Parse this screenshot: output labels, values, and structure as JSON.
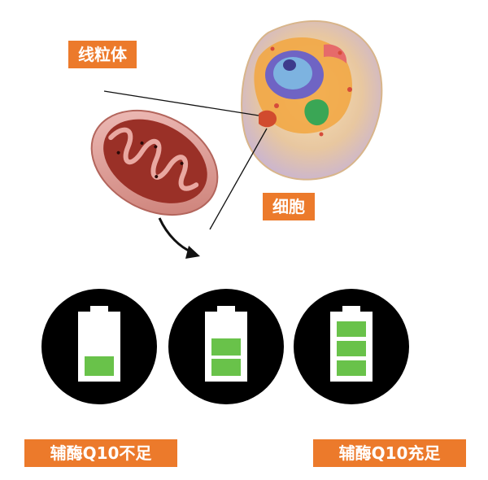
{
  "labels": {
    "mitochondria": "线粒体",
    "cell": "细胞",
    "coq10_insufficient": "辅酶Q10不足",
    "coq10_sufficient": "辅酶Q10充足"
  },
  "batteries": [
    {
      "name": "battery-low",
      "level": 0.33,
      "segments": 1
    },
    {
      "name": "battery-medium",
      "level": 0.67,
      "segments": 2
    },
    {
      "name": "battery-full",
      "level": 1.0,
      "segments": 3
    }
  ],
  "colors": {
    "accent": "#ec7a2b",
    "battery_fill": "#69c24a",
    "circle": "#000000",
    "mito_outer": "#c7736e",
    "mito_inner": "#8e2a22"
  }
}
